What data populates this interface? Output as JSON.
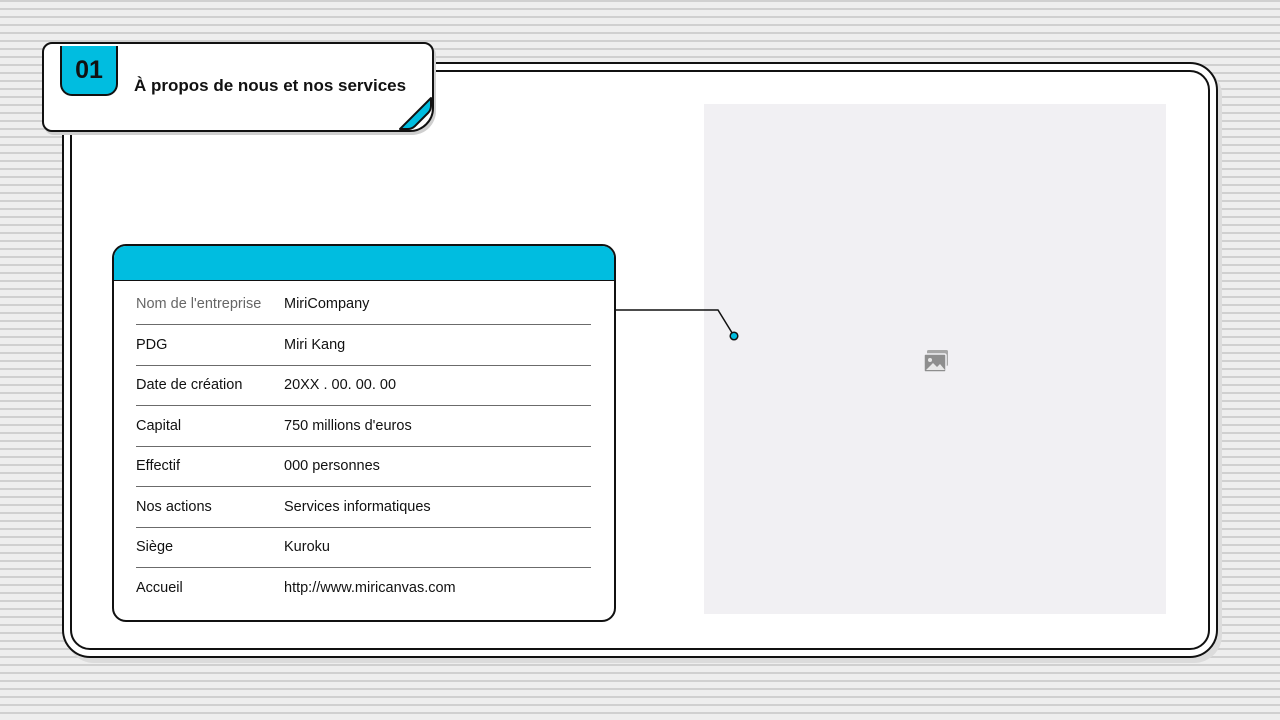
{
  "slide": {
    "number": "01",
    "title": "À propos de nous et nos services"
  },
  "company_info": {
    "rows": [
      {
        "label": "Nom de l'entreprise",
        "value": "MiriCompany"
      },
      {
        "label": "PDG",
        "value": "Miri Kang"
      },
      {
        "label": "Date de création",
        "value": "20XX . 00. 00. 00"
      },
      {
        "label": "Capital",
        "value": "750 millions d'euros"
      },
      {
        "label": "Effectif",
        "value": "000 personnes"
      },
      {
        "label": "Nos actions",
        "value": "Services informatiques"
      },
      {
        "label": "Siège",
        "value": "Kuroku"
      },
      {
        "label": "Accueil",
        "value": "http://www.miricanvas.com"
      }
    ]
  },
  "icons": {
    "image_placeholder": "image-placeholder-icon"
  },
  "colors": {
    "accent": "#00bde0",
    "image_placeholder_bg": "#f1f0f3",
    "outline": "#111111"
  }
}
